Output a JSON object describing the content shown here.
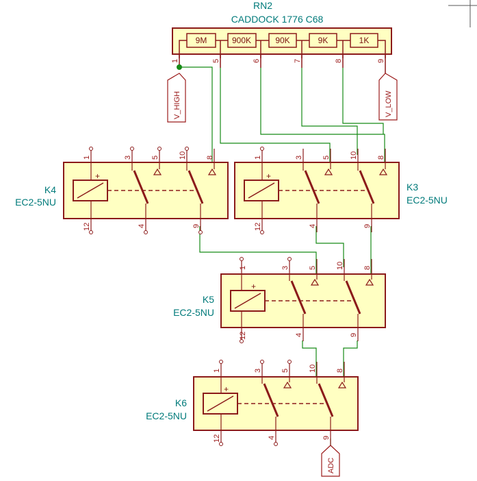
{
  "resistor_network": {
    "ref": "RN2",
    "value": "CADDOCK 1776 C68",
    "resistors": [
      "9M",
      "900K",
      "90K",
      "9K",
      "1K"
    ],
    "pins": [
      "1",
      "5",
      "6",
      "7",
      "8",
      "9"
    ]
  },
  "ports": {
    "v_high": "V_HIGH",
    "v_low": "V_LOW",
    "adc": "ADC"
  },
  "relays": {
    "k3": {
      "ref": "K3",
      "value": "EC2-5NU"
    },
    "k4": {
      "ref": "K4",
      "value": "EC2-5NU"
    },
    "k5": {
      "ref": "K5",
      "value": "EC2-5NU"
    },
    "k6": {
      "ref": "K6",
      "value": "EC2-5NU"
    }
  },
  "relay_pins": {
    "coil_plus": "1",
    "coil_minus": "12",
    "sw1_nc": "3",
    "sw1_no": "5",
    "sw1_com": "4",
    "sw2_nc": "10",
    "sw2_no": "8",
    "sw2_com": "9"
  }
}
